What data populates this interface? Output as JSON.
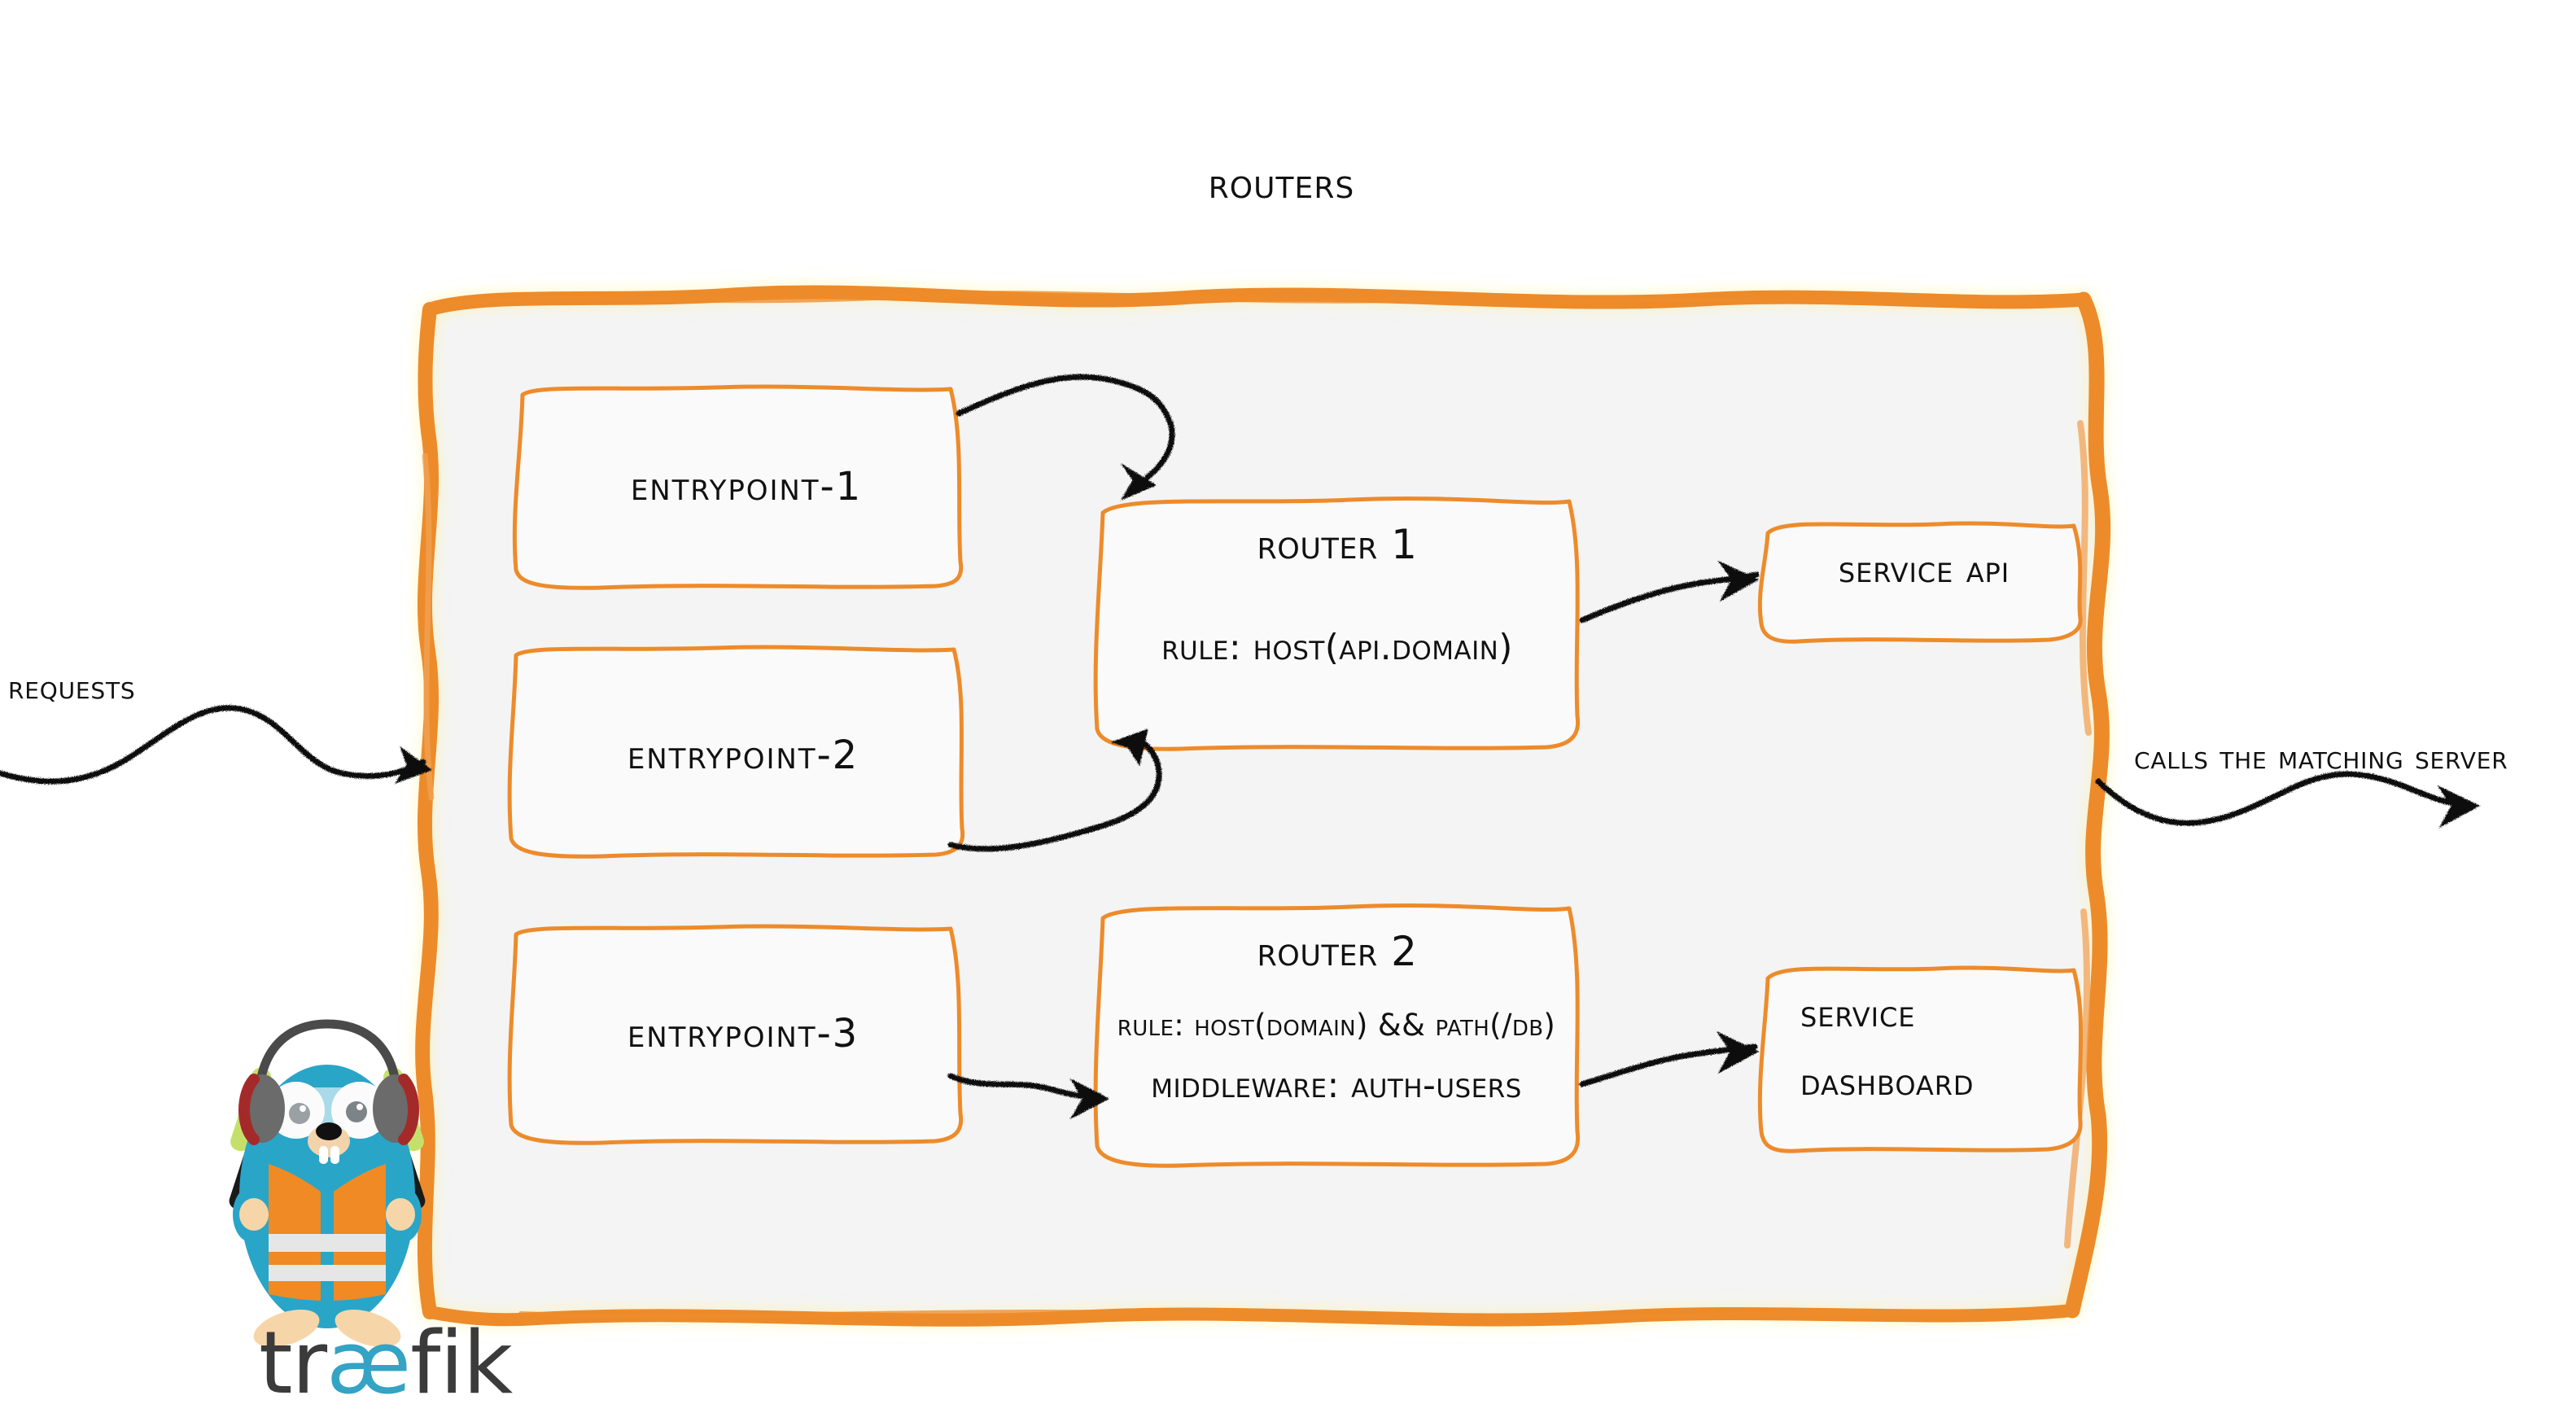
{
  "diagram": {
    "title": "Routers",
    "brand": "traefik",
    "colors": {
      "accent_orange": "#ED8B2B",
      "panel_fill": "#F4F4F4",
      "ink": "#111111",
      "gopher_body": "#29A5C8",
      "gopher_vest": "#F08A24",
      "logo_dark": "#3B3B3B",
      "logo_cyan": "#34A3C4"
    }
  },
  "left": {
    "requests_label": "Requests"
  },
  "right": {
    "calls_label": "Calls the matching server"
  },
  "entrypoints": [
    {
      "label": "entrypoint-1"
    },
    {
      "label": "entrypoint-2"
    },
    {
      "label": "entrypoint-3"
    }
  ],
  "routers": [
    {
      "title": "Router 1",
      "rule": "rule: Host(api.domain)",
      "middleware": ""
    },
    {
      "title": "Router 2",
      "rule": "rule: Host(domain) && Path(/db)",
      "middleware": "Middleware: auth-users"
    }
  ],
  "services": [
    {
      "line1": "Service API",
      "line2": ""
    },
    {
      "line1": "Service",
      "line2": "Dashboard"
    }
  ]
}
